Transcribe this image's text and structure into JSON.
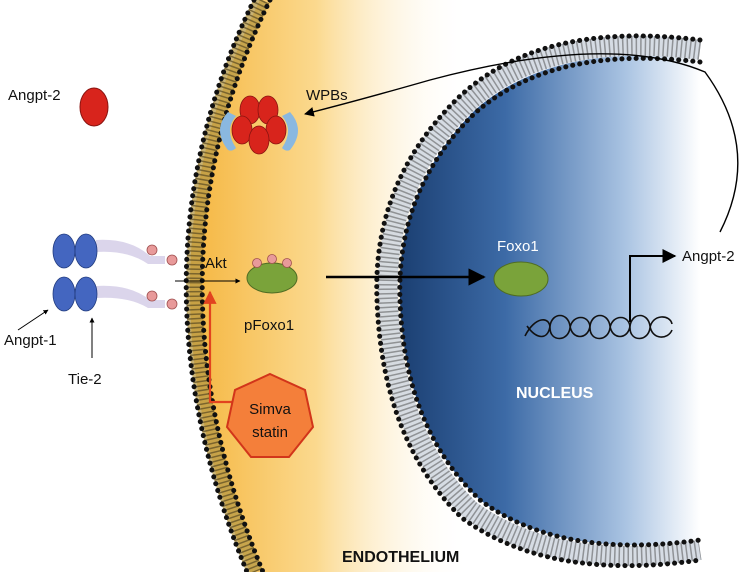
{
  "labels": {
    "angpt2_extracellular": "Angpt-2",
    "wpbs": "WPBs",
    "akt": "Akt",
    "pfoxo1": "pFoxo1",
    "angpt1": "Angpt-1",
    "tie2": "Tie-2",
    "simvastatin_line1": "Simva",
    "simvastatin_line2": "statin",
    "foxo1": "Foxo1",
    "angpt2_gene": "Angpt-2",
    "nucleus": "NUCLEUS",
    "endothelium": "ENDOTHELIUM"
  },
  "colors": {
    "angpt2": "#d8241c",
    "angpt1": "#4466c0",
    "foxo": "#7aa33a",
    "phospho": "#e89a9a",
    "inhibitor_arrow": "#e2431f",
    "simvastatin_fill": "#f47f3a",
    "nucleus_dark": "#1e4478",
    "cytoplasm": "#f7c35a"
  },
  "icons": {
    "membrane": "lipid-bilayer-icon",
    "wpbs": "weibel-palade-body-icon",
    "receptor": "tie2-receptor-icon",
    "simvastatin": "heptagon-icon",
    "gene": "dna-helix-icon"
  }
}
